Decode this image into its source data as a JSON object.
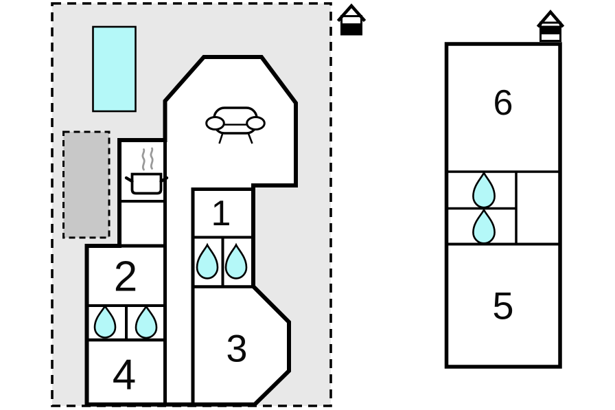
{
  "plan": {
    "kind": "vacation-house-floor-plan",
    "buildings": [
      "main-house",
      "annex"
    ]
  },
  "colors": {
    "plot_fill": "#e8e8e8",
    "terrace_fill": "#c8c8c8",
    "water_fill": "#b4f8f8",
    "wall": "#000000",
    "steam": "#999999",
    "background": "#ffffff"
  },
  "main_house": {
    "rooms": {
      "r1": {
        "label": "1"
      },
      "r2": {
        "label": "2"
      },
      "r3": {
        "label": "3"
      },
      "r4": {
        "label": "4"
      }
    },
    "bathroom_drops_count": 4
  },
  "annex": {
    "rooms": {
      "r5": {
        "label": "5"
      },
      "r6": {
        "label": "6"
      }
    },
    "bathroom_drops_count": 2
  },
  "icons": {
    "pool": "swimming-pool",
    "terrace": "terrace-patio",
    "sofa": "sofa",
    "pot": "cooking-pot-with-steam",
    "drop": "water-drop",
    "house_marker": "house-marker"
  }
}
